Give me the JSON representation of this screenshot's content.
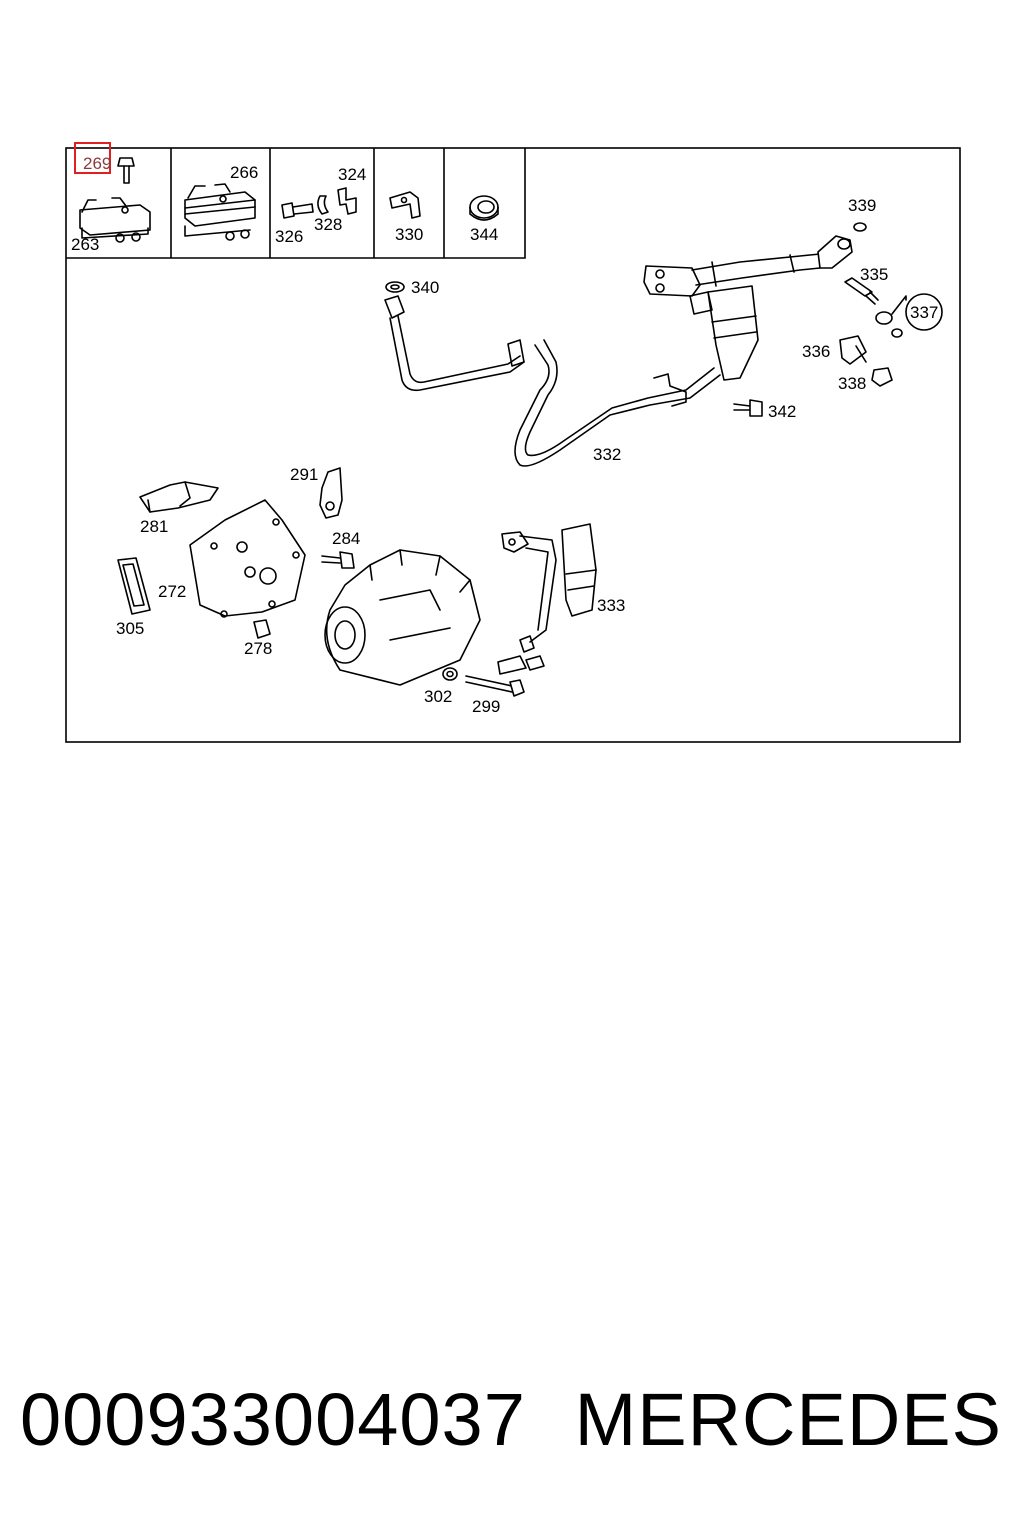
{
  "diagram": {
    "callouts": [
      {
        "id": "269",
        "highlighted": true
      },
      {
        "id": "263"
      },
      {
        "id": "266"
      },
      {
        "id": "324"
      },
      {
        "id": "326"
      },
      {
        "id": "328"
      },
      {
        "id": "330"
      },
      {
        "id": "344"
      },
      {
        "id": "339"
      },
      {
        "id": "340"
      },
      {
        "id": "335"
      },
      {
        "id": "337"
      },
      {
        "id": "336"
      },
      {
        "id": "338"
      },
      {
        "id": "342"
      },
      {
        "id": "332"
      },
      {
        "id": "291"
      },
      {
        "id": "281"
      },
      {
        "id": "284"
      },
      {
        "id": "272"
      },
      {
        "id": "305"
      },
      {
        "id": "278"
      },
      {
        "id": "333"
      },
      {
        "id": "302"
      },
      {
        "id": "299"
      }
    ],
    "highlight_color": "#e02020"
  },
  "footer": {
    "part_number": "000933004037",
    "brand": "MERCEDES"
  }
}
